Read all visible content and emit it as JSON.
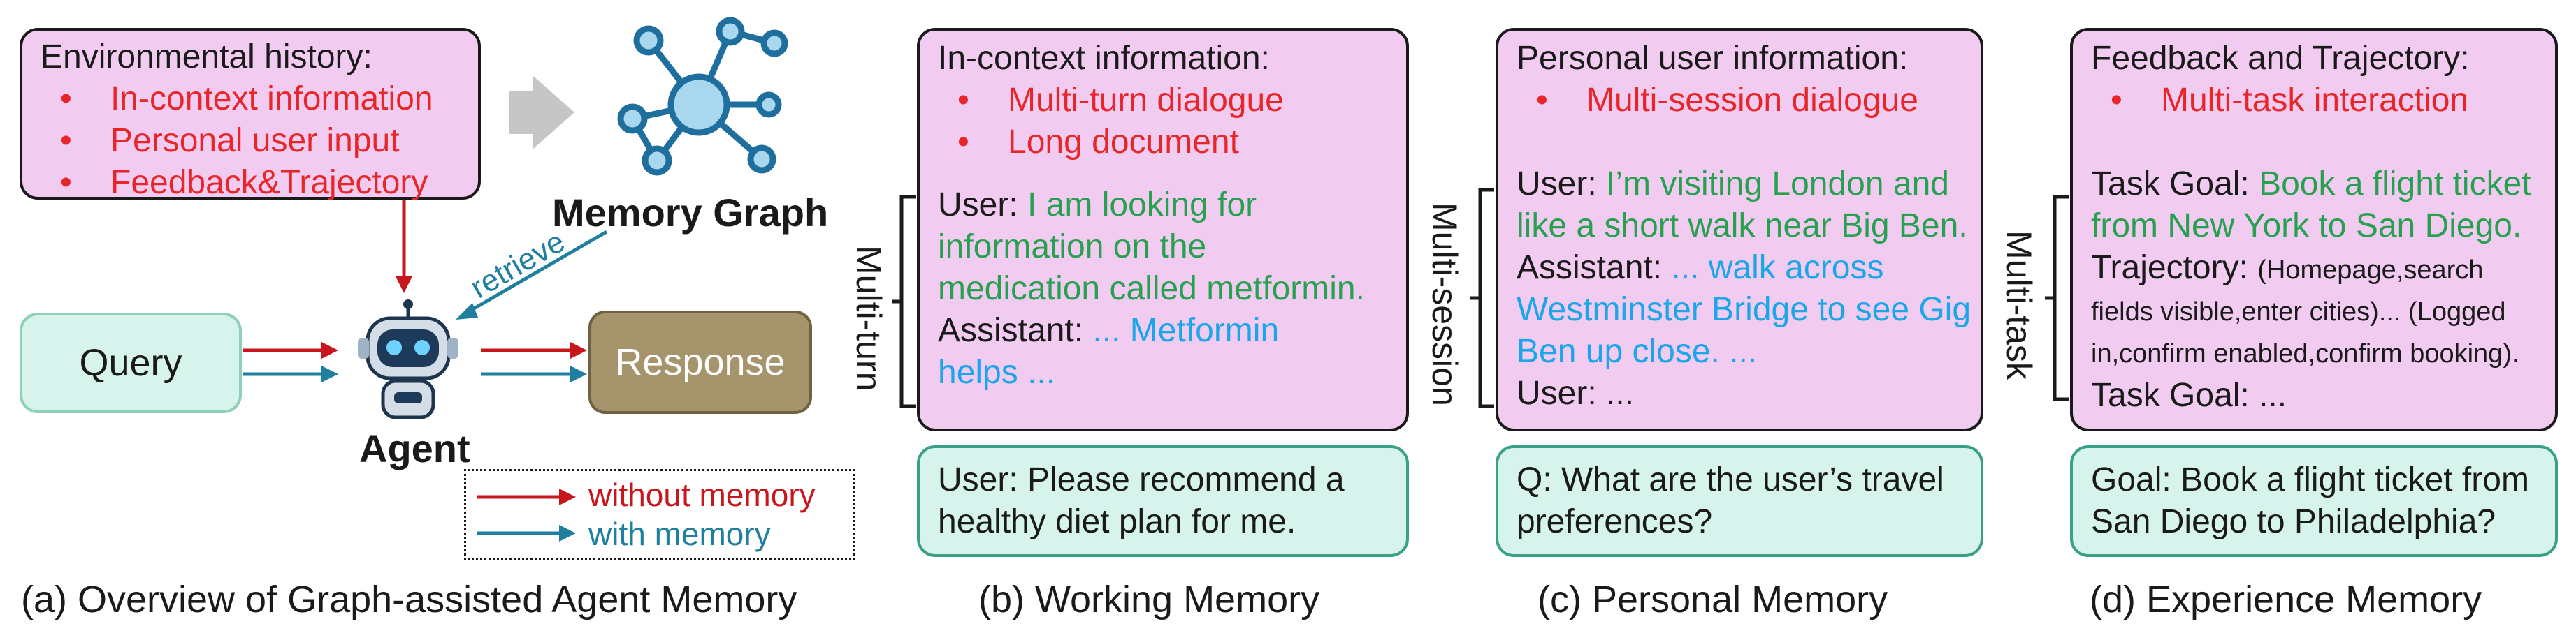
{
  "panel_a": {
    "env_title": "Environmental history:",
    "env_items": [
      "In-context information",
      "Personal user input",
      "Feedback&Trajectory"
    ],
    "memory_graph_label": "Memory Graph",
    "query_label": "Query",
    "response_label": "Response",
    "agent_label": "Agent",
    "retrieve_label": "retrieve",
    "legend": {
      "without": "without memory",
      "with": "with memory"
    },
    "caption": "(a) Overview of Graph-assisted Agent Memory"
  },
  "panel_b": {
    "side_label": "Multi-turn",
    "title": "In-context information:",
    "items": [
      "Multi-turn dialogue",
      "Long document"
    ],
    "lines": [
      {
        "prefix": "User: ",
        "text": "I am looking for"
      },
      {
        "prefix": "",
        "text": "information on the"
      },
      {
        "prefix": "",
        "text": "medication called metformin."
      },
      {
        "prefix": "Assistant: ",
        "text": "... Metformin"
      },
      {
        "prefix": "",
        "text": "helps ..."
      }
    ],
    "query_lines": [
      "User: Please recommend a",
      "healthy diet plan for me."
    ],
    "caption": "(b) Working Memory"
  },
  "panel_c": {
    "side_label": "Multi-session",
    "title": "Personal user information:",
    "items": [
      "Multi-session dialogue"
    ],
    "lines": [
      {
        "prefix": "User: ",
        "text": "I’m visiting London and"
      },
      {
        "prefix": "",
        "text": "like a short walk near Big Ben."
      },
      {
        "prefix": "Assistant: ",
        "text": "... walk across"
      },
      {
        "prefix": "",
        "text": "Westminster Bridge to see Gig"
      },
      {
        "prefix": "",
        "text": "Ben up close. ..."
      },
      {
        "prefix": "User: ",
        "text": "..."
      }
    ],
    "query_lines": [
      "Q: What are the user’s travel",
      "preferences?"
    ],
    "caption": "(c) Personal Memory"
  },
  "panel_d": {
    "side_label": "Multi-task",
    "title": "Feedback and Trajectory:",
    "items": [
      "Multi-task interaction"
    ],
    "goal_prefix": "Task Goal: ",
    "goal_lines": [
      "Book a flight ticket",
      "from New York to San Diego."
    ],
    "trajectory_prefix": "Trajectory: ",
    "trajectory_lines": [
      "(Homepage,search",
      "fields visible,enter cities)... (Logged",
      "in,confirm enabled,confirm booking)."
    ],
    "goal2": "Task Goal: ...",
    "query_lines": [
      "Goal: Book a flight ticket from",
      "San Diego to Philadelphia?"
    ],
    "caption": "(d) Experience Memory"
  },
  "colors": {
    "pink_fill": "#f1ccf0",
    "mint_fill": "#d6f3ec",
    "red": "#e8262a",
    "green": "#27a050",
    "blue": "#1aa6e8",
    "graph_blue": "#1f6f9e",
    "response_fill": "#a6946c"
  },
  "icons": [
    "memory-graph-icon",
    "robot-agent-icon",
    "gray-forward-arrow-icon"
  ]
}
